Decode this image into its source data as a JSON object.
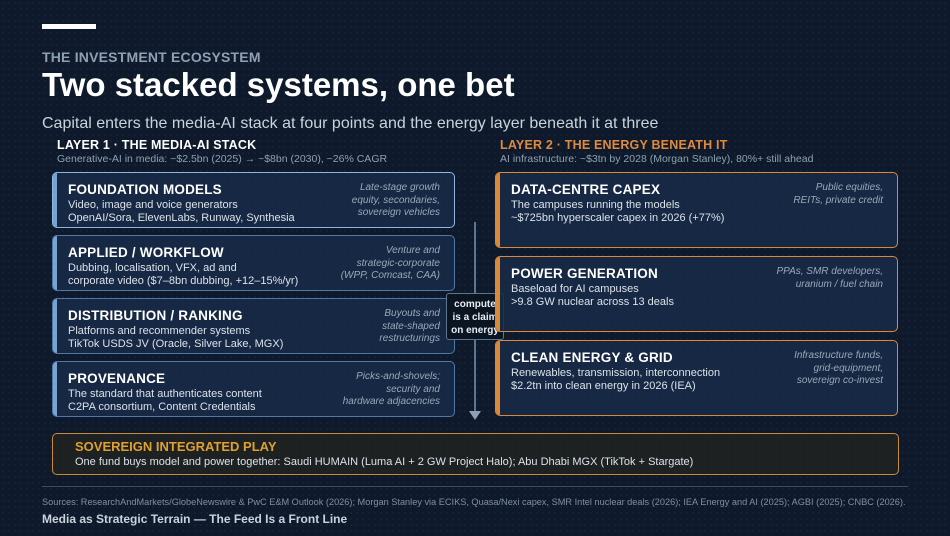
{
  "header": {
    "eyebrow": "THE INVESTMENT ECOSYSTEM",
    "title": "Two stacked systems, one bet",
    "subtitle": "Capital enters the media-AI stack at four points and the energy layer beneath it at three"
  },
  "layer1": {
    "heading": "LAYER 1 · THE MEDIA-AI STACK",
    "sub": "Generative-AI in media: ~$2.5bn (2025) → ~$8bn (2030), ~26% CAGR",
    "cards": [
      {
        "title": "FOUNDATION MODELS",
        "lines": [
          "Video, image and voice generators",
          "OpenAI/Sora, ElevenLabs, Runway, Synthesia"
        ],
        "note": [
          "Late-stage growth",
          "equity, secondaries,",
          "sovereign vehicles"
        ]
      },
      {
        "title": "APPLIED / WORKFLOW",
        "lines": [
          "Dubbing, localisation, VFX, ad and",
          "corporate video ($7–8bn dubbing, +12–15%/yr)"
        ],
        "note": [
          "Venture and",
          "strategic-corporate",
          "(WPP, Comcast, CAA)"
        ]
      },
      {
        "title": "DISTRIBUTION / RANKING",
        "lines": [
          "Platforms and recommender systems",
          "TikTok USDS JV (Oracle, Silver Lake, MGX)"
        ],
        "note": [
          "Buyouts and",
          "state-shaped",
          "restructurings"
        ]
      },
      {
        "title": "PROVENANCE",
        "lines": [
          "The standard that authenticates content",
          "C2PA consortium, Content Credentials"
        ],
        "note": [
          "Picks-and-shovels;",
          "security and",
          "hardware adjacencies"
        ]
      }
    ]
  },
  "connector": {
    "lines": [
      "compute",
      "is a claim",
      "on energy"
    ]
  },
  "layer2": {
    "heading": "LAYER 2 · THE ENERGY BENEATH IT",
    "sub": "AI infrastructure: ~$3tn by 2028 (Morgan Stanley), 80%+ still ahead",
    "cards": [
      {
        "title": "DATA-CENTRE CAPEX",
        "lines": [
          "The campuses running the models",
          "~$725bn hyperscaler capex in 2026 (+77%)"
        ],
        "note": [
          "Public equities,",
          "REITs, private credit"
        ]
      },
      {
        "title": "POWER GENERATION",
        "lines": [
          "Baseload for AI campuses",
          ">9.8 GW nuclear across 13 deals"
        ],
        "note": [
          "PPAs, SMR developers,",
          "uranium / fuel chain"
        ]
      },
      {
        "title": "CLEAN ENERGY & GRID",
        "lines": [
          "Renewables, transmission, interconnection",
          "$2.2tn into clean energy in 2026 (IEA)"
        ],
        "note": [
          "Infrastructure funds,",
          "grid-equipment,",
          "sovereign co-invest"
        ]
      }
    ]
  },
  "sovereign": {
    "title": "SOVEREIGN INTEGRATED PLAY",
    "line": "One fund buys model and power together: Saudi HUMAIN (Luma AI + 2 GW Project Halo); Abu Dhabi MGX (TikTok + Stargate)"
  },
  "footer": {
    "sources": "Sources: ResearchAndMarkets/GlobeNewswire & PwC E&M Outlook (2026); Morgan Stanley via ECIKS, Quasa/Nexi capex, SMR Intel nuclear deals (2026); IEA Energy and AI (2025); AGBI (2025); CNBC (2026).",
    "title": "Media as Strategic Terrain — The Feed Is a Front Line"
  }
}
